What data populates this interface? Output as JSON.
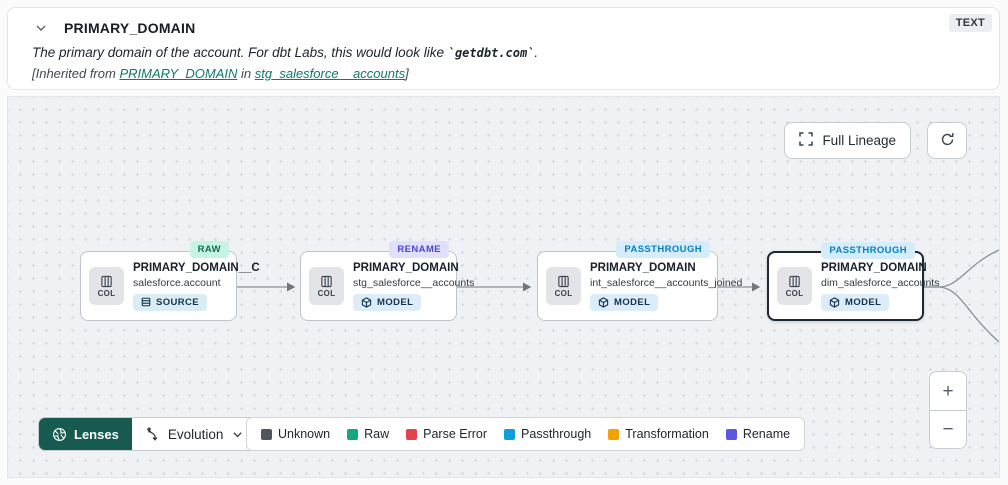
{
  "header": {
    "title": "PRIMARY_DOMAIN",
    "type_badge": "TEXT",
    "description_prefix": "The primary domain of the account. For dbt Labs, this would look like ",
    "description_code": "`getdbt.com`",
    "description_suffix": ".",
    "inherited_prefix": "[Inherited from ",
    "inherited_link_column": "PRIMARY_DOMAIN",
    "inherited_middle": " in ",
    "inherited_link_model": "stg_salesforce__accounts",
    "inherited_suffix": "]"
  },
  "toolbar": {
    "full_lineage_label": "Full Lineage"
  },
  "nodes": [
    {
      "badge": "RAW",
      "badge_bg": "#c7f3e1",
      "badge_fg": "#0f6f5a",
      "title": "PRIMARY_DOMAIN__C",
      "subtitle": "salesforce.account",
      "tag": "SOURCE",
      "col_label": "COL"
    },
    {
      "badge": "RENAME",
      "badge_bg": "#e0e0fc",
      "badge_fg": "#4a45d8",
      "title": "PRIMARY_DOMAIN",
      "subtitle": "stg_salesforce__accounts",
      "tag": "MODEL",
      "col_label": "COL"
    },
    {
      "badge": "PASSTHROUGH",
      "badge_bg": "#d5ecfb",
      "badge_fg": "#0980c0",
      "title": "PRIMARY_DOMAIN",
      "subtitle": "int_salesforce__accounts_joined",
      "tag": "MODEL",
      "col_label": "COL"
    },
    {
      "badge": "PASSTHROUGH",
      "badge_bg": "#d5ecfb",
      "badge_fg": "#0980c0",
      "title": "PRIMARY_DOMAIN",
      "subtitle": "dim_salesforce_accounts",
      "tag": "MODEL",
      "col_label": "COL"
    }
  ],
  "controls": {
    "lenses_label": "Lenses",
    "lens_selected": "Evolution",
    "zoom_in": "+",
    "zoom_out": "−"
  },
  "legend": {
    "items": [
      {
        "label": "Unknown",
        "color": "#50555d"
      },
      {
        "label": "Raw",
        "color": "#13a87f"
      },
      {
        "label": "Parse Error",
        "color": "#e2444d"
      },
      {
        "label": "Passthrough",
        "color": "#0d9fd9"
      },
      {
        "label": "Transformation",
        "color": "#f2a104"
      },
      {
        "label": "Rename",
        "color": "#5b57e0"
      }
    ]
  }
}
